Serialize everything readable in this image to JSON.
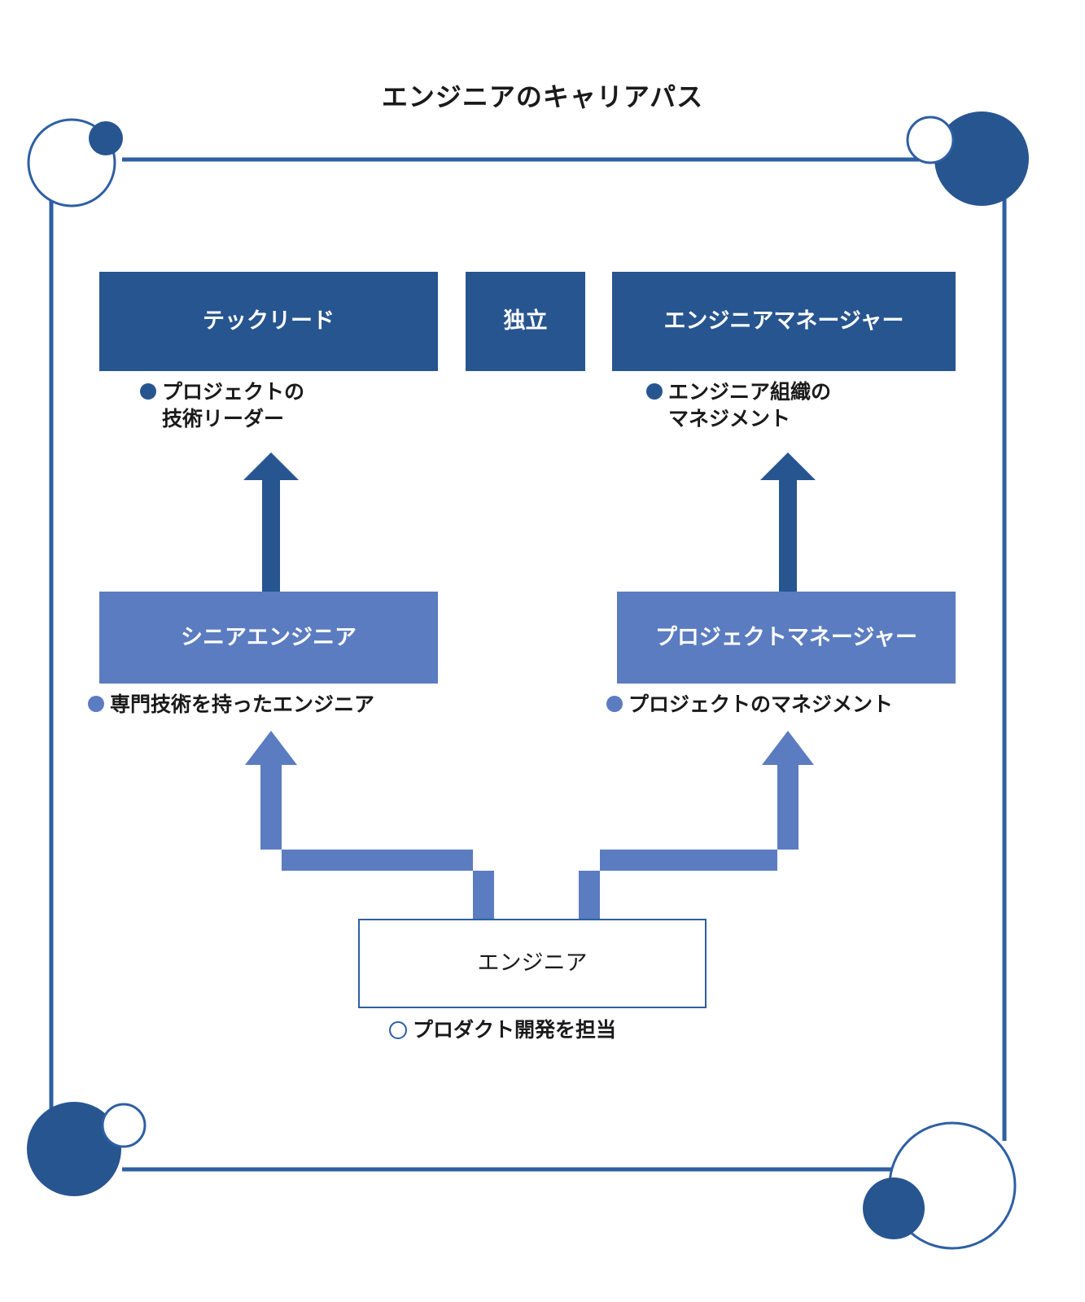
{
  "title": "エンジニアのキャリアパス",
  "colors": {
    "dark_blue": "#27558F",
    "mid_blue": "#5B7CC0",
    "line_blue": "#2E5FA3",
    "white": "#FFFFFF",
    "text": "#1A1A1A"
  },
  "nodes": {
    "tech_lead": {
      "label": "テックリード",
      "caption": "プロジェクトの\n技術リーダー"
    },
    "independent": {
      "label": "独立"
    },
    "engineer_manager": {
      "label": "エンジニアマネージャー",
      "caption": "エンジニア組織の\nマネジメント"
    },
    "senior_engineer": {
      "label": "シニアエンジニア",
      "caption": "専門技術を持ったエンジニア"
    },
    "project_manager": {
      "label": "プロジェクトマネージャー",
      "caption": "プロジェクトのマネジメント"
    },
    "engineer": {
      "label": "エンジニア",
      "caption": "プロダクト開発を担当"
    }
  },
  "chart_data": {
    "type": "diagram",
    "title": "エンジニアのキャリアパス",
    "diagram_kind": "career-path-flowchart",
    "levels": [
      {
        "level": 3,
        "nodes": [
          {
            "id": "tech_lead",
            "label": "テックリード",
            "style": "dark",
            "description": "プロジェクトの 技術リーダー"
          },
          {
            "id": "independent",
            "label": "独立",
            "style": "dark",
            "description": ""
          },
          {
            "id": "engineer_manager",
            "label": "エンジニアマネージャー",
            "style": "dark",
            "description": "エンジニア組織の マネジメント"
          }
        ]
      },
      {
        "level": 2,
        "nodes": [
          {
            "id": "senior_engineer",
            "label": "シニアエンジニア",
            "style": "mid",
            "description": "専門技術を持ったエンジニア"
          },
          {
            "id": "project_manager",
            "label": "プロジェクトマネージャー",
            "style": "mid",
            "description": "プロジェクトのマネジメント"
          }
        ]
      },
      {
        "level": 1,
        "nodes": [
          {
            "id": "engineer",
            "label": "エンジニア",
            "style": "outline",
            "description": "プロダクト開発を担当"
          }
        ]
      }
    ],
    "edges": [
      {
        "from": "engineer",
        "to": "senior_engineer",
        "style": "elbow-arrow",
        "color": "#5B7CC0"
      },
      {
        "from": "engineer",
        "to": "project_manager",
        "style": "elbow-arrow",
        "color": "#5B7CC0"
      },
      {
        "from": "senior_engineer",
        "to": "tech_lead",
        "style": "straight-arrow",
        "color": "#27558F"
      },
      {
        "from": "project_manager",
        "to": "engineer_manager",
        "style": "straight-arrow",
        "color": "#27558F"
      }
    ],
    "legend": [],
    "annotations": []
  },
  "decoration": {
    "corners": [
      {
        "position": "top-left",
        "large": "outline-circle",
        "small": "filled-circle"
      },
      {
        "position": "top-right",
        "large": "filled-circle",
        "small": "outline-circle"
      },
      {
        "position": "bottom-left",
        "large": "filled-circle",
        "small": "outline-circle"
      },
      {
        "position": "bottom-right",
        "large": "outline-circle",
        "small": "filled-circle"
      }
    ],
    "frame": "rectangle-border"
  }
}
